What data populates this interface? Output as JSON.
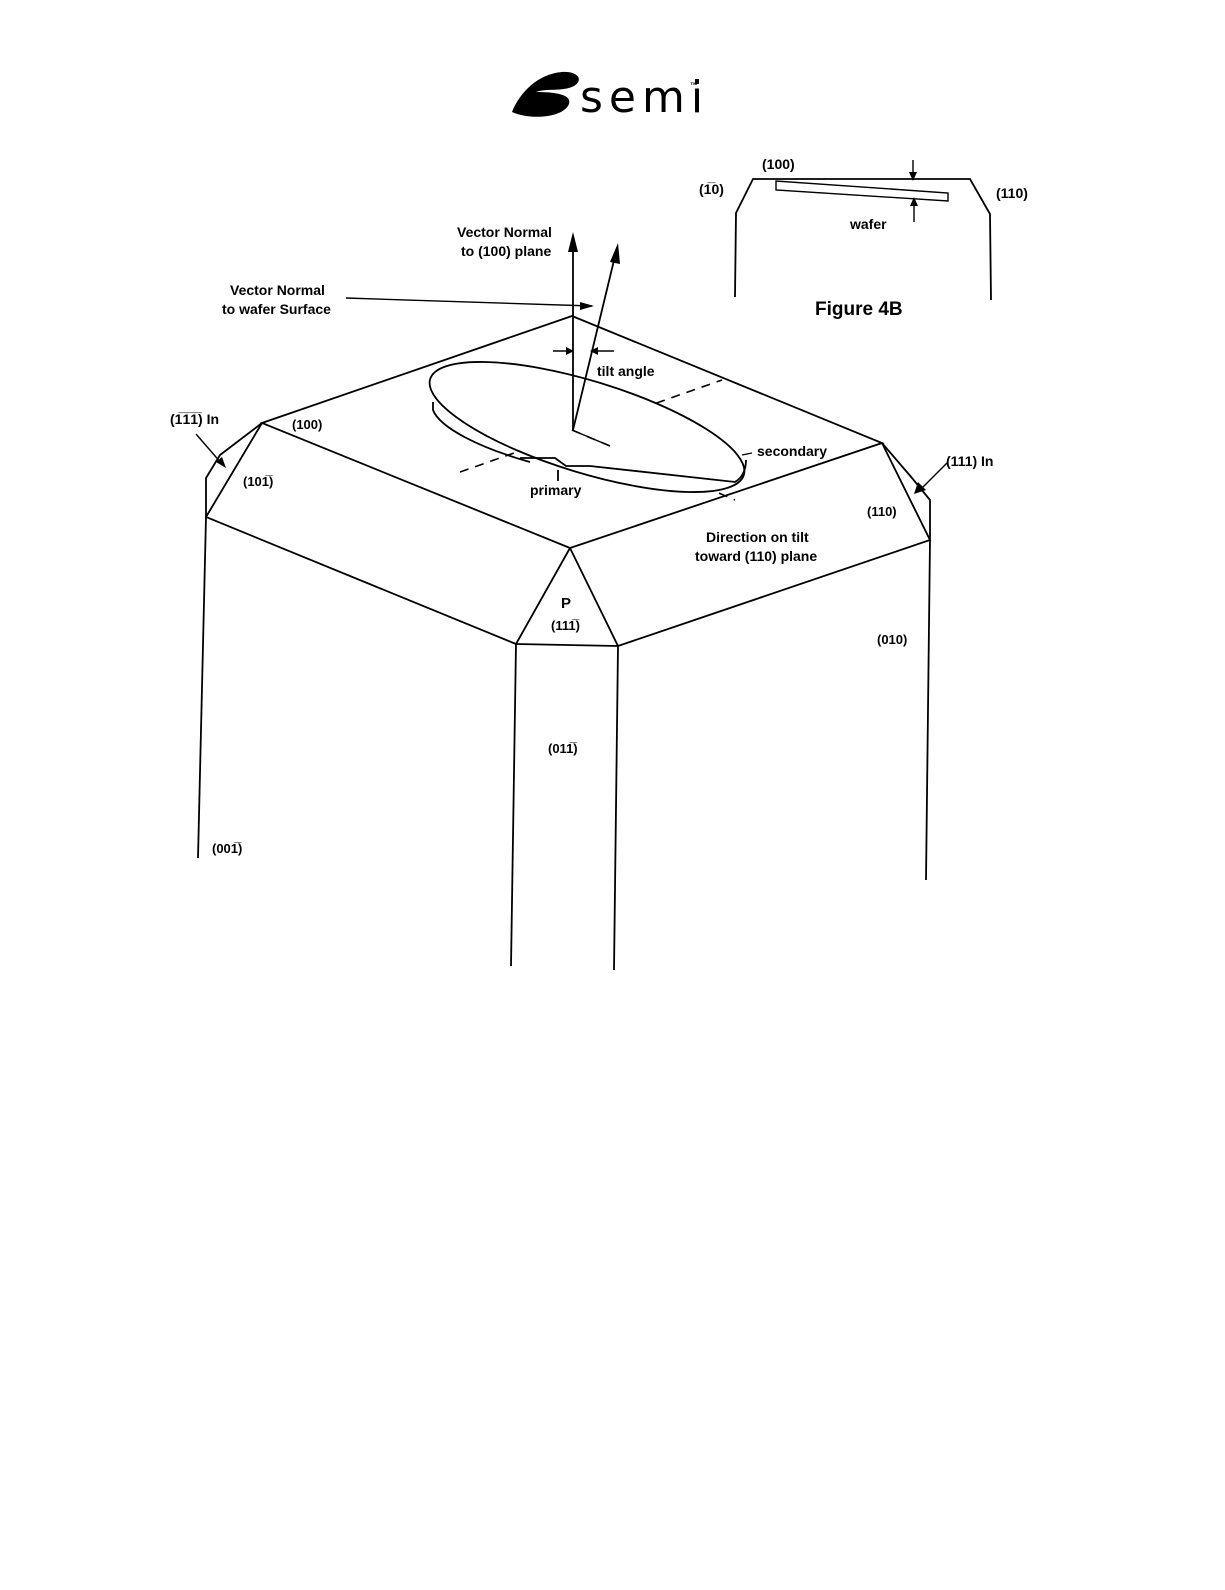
{
  "logo": {
    "text": "semi",
    "tm": "™"
  },
  "inset": {
    "caption": "Figure 4B",
    "plane_top": "(100)",
    "plane_left": "(1̅0)",
    "plane_right": "(110)",
    "wafer_label": "wafer"
  },
  "labels": {
    "normal_plane_line1": "Vector Normal",
    "normal_plane_line2": "to (100) plane",
    "normal_wafer_line1": "Vector Normal",
    "normal_wafer_line2": "to wafer Surface",
    "tilt_angle": "tilt angle",
    "secondary": "secondary",
    "primary": "primary",
    "direction_line1": "Direction on tilt",
    "direction_line2": "toward (110) plane",
    "facet_111_left": "(1̅1̅1̅) In",
    "facet_111_right": "(111) In",
    "facet_100": "(100)",
    "facet_10_1": "(101̅)",
    "facet_110": "(110)",
    "facet_P": "P",
    "facet_11_1": "(111̅)",
    "facet_010": "(010)",
    "facet_01_1": "(011̅)",
    "facet_00_1": "(001̅)"
  }
}
